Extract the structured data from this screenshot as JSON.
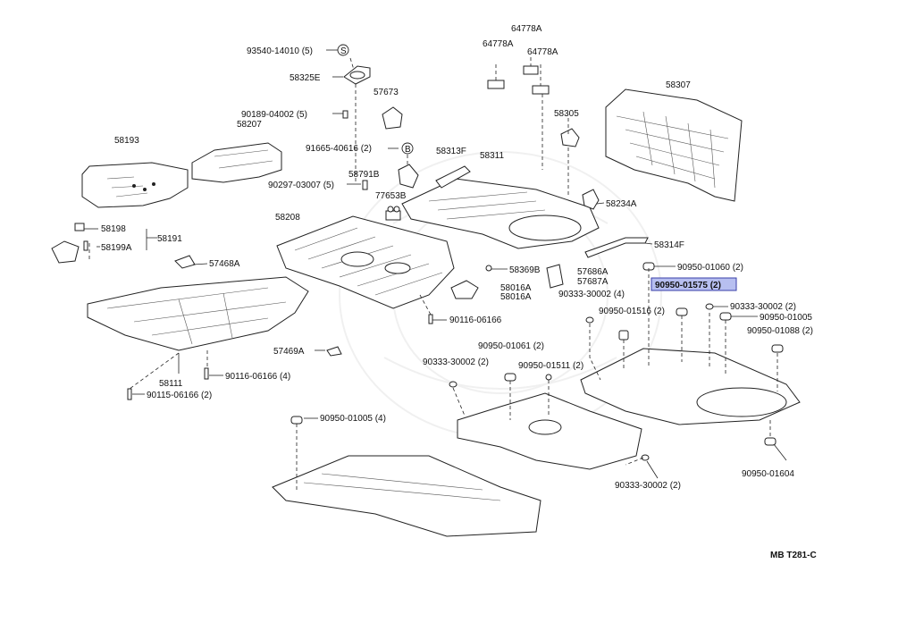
{
  "diagram": {
    "figure_code": "MB T281-C",
    "highlighted_label": "90950-01575 (2)",
    "labels": [
      {
        "id": "l01",
        "text": "93540-14010 (5)",
        "circle": "S"
      },
      {
        "id": "l02",
        "text": "58325E"
      },
      {
        "id": "l03",
        "text": "90189-04002 (5)"
      },
      {
        "id": "l04",
        "text": "57673"
      },
      {
        "id": "l05",
        "text": "91665-40616 (2)",
        "circle": "B"
      },
      {
        "id": "l06",
        "text": "58207"
      },
      {
        "id": "l07",
        "text": "58193"
      },
      {
        "id": "l08",
        "text": "58791B"
      },
      {
        "id": "l09",
        "text": "90297-03007 (5)"
      },
      {
        "id": "l10",
        "text": "77653B"
      },
      {
        "id": "l11",
        "text": "58208"
      },
      {
        "id": "l12",
        "text": "58198"
      },
      {
        "id": "l13",
        "text": "58199A"
      },
      {
        "id": "l14",
        "text": "58191"
      },
      {
        "id": "l15",
        "text": "57468A"
      },
      {
        "id": "l16",
        "text": "64778A"
      },
      {
        "id": "l17",
        "text": "64778A"
      },
      {
        "id": "l18",
        "text": "64778A"
      },
      {
        "id": "l19",
        "text": "58307"
      },
      {
        "id": "l20",
        "text": "58305"
      },
      {
        "id": "l21",
        "text": "58313F"
      },
      {
        "id": "l22",
        "text": "58311"
      },
      {
        "id": "l23",
        "text": "58234A"
      },
      {
        "id": "l24",
        "text": "58314F"
      },
      {
        "id": "l25",
        "text": "58369B"
      },
      {
        "id": "l26",
        "text": "57686A"
      },
      {
        "id": "l27",
        "text": "57687A"
      },
      {
        "id": "l28",
        "text": "58016A"
      },
      {
        "id": "l29",
        "text": "58016A"
      },
      {
        "id": "l30",
        "text": "90950-01060 (2)"
      },
      {
        "id": "l31",
        "text": "90950-01575 (2)"
      },
      {
        "id": "l32",
        "text": "90333-30002 (4)"
      },
      {
        "id": "l33",
        "text": "90950-01516 (2)"
      },
      {
        "id": "l34",
        "text": "90333-30002 (2)"
      },
      {
        "id": "l35",
        "text": "90950-01005"
      },
      {
        "id": "l36",
        "text": "90950-01088 (2)"
      },
      {
        "id": "l37",
        "text": "90116-06166"
      },
      {
        "id": "l38",
        "text": "57469A"
      },
      {
        "id": "l39",
        "text": "58111"
      },
      {
        "id": "l40",
        "text": "90116-06166 (4)"
      },
      {
        "id": "l41",
        "text": "90115-06166 (2)"
      },
      {
        "id": "l42",
        "text": "90950-01061 (2)"
      },
      {
        "id": "l43",
        "text": "90333-30002 (2)"
      },
      {
        "id": "l44",
        "text": "90950-01511 (2)"
      },
      {
        "id": "l45",
        "text": "90950-01005 (4)"
      },
      {
        "id": "l46",
        "text": "90333-30002 (2)"
      },
      {
        "id": "l47",
        "text": "90950-01604"
      }
    ]
  }
}
